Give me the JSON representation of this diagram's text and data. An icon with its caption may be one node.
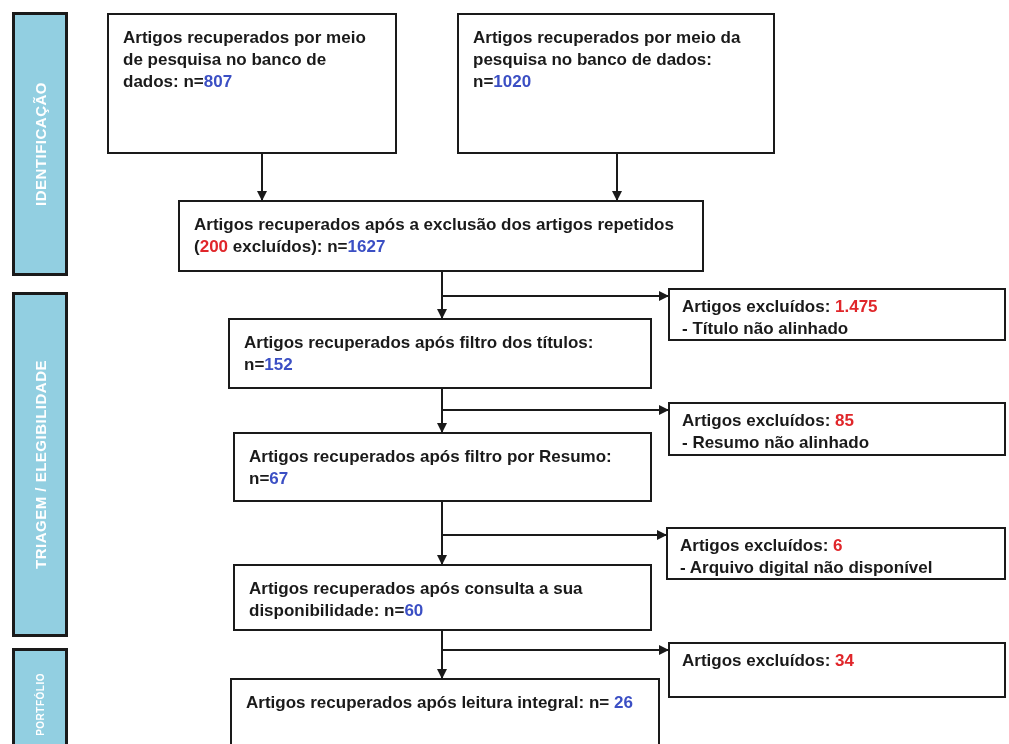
{
  "diagram": {
    "nodes": [
      {
        "text": [
          "IDENTIFICAÇÃO"
        ]
      },
      {
        "text": [
          "TRIAGEM / ELEGIBILIDADE"
        ]
      },
      {
        "text": [
          "PORTFÓLIO"
        ]
      },
      {
        "text": [
          "Artigos recuperados por meio de pesquisa no banco de dados: n=807"
        ]
      },
      {
        "text": [
          "Artigos recuperados por meio da pesquisa no banco de dados: n=1020"
        ]
      },
      {
        "text": [
          "Artigos recuperados após a exclusão dos artigos repetidos (200 excluídos): n=1627"
        ]
      },
      {
        "text": [
          "Artigos excluídos: 1.475",
          "- Título não alinhado"
        ]
      },
      {
        "text": [
          "Artigos recuperados após filtro dos títulos: n=152"
        ]
      },
      {
        "text": [
          "Artigos excluídos: 85",
          "- Resumo não alinhado"
        ]
      },
      {
        "text": [
          "Artigos recuperados após filtro por Resumo: n=67"
        ]
      },
      {
        "text": [
          "Artigos excluídos: 6",
          "- Arquivo digital não disponível"
        ]
      },
      {
        "text": [
          "Artigos recuperados após consulta a sua disponibilidade: n=60"
        ]
      },
      {
        "text": [
          "Artigos excluídos: 34"
        ]
      },
      {
        "text": [
          "Artigos recuperados após leitura integral: n= 26"
        ]
      }
    ],
    "edges": [
      {
        "from": 3,
        "to": 5,
        "arrow": "to"
      },
      {
        "from": 4,
        "to": 5,
        "arrow": "to"
      },
      {
        "from": 5,
        "to": 7,
        "arrow": "to"
      },
      {
        "from": 5,
        "to": 6,
        "arrow": "to"
      },
      {
        "from": 7,
        "to": 9,
        "arrow": "to"
      },
      {
        "from": 7,
        "to": 8,
        "arrow": "to"
      },
      {
        "from": 9,
        "to": 11,
        "arrow": "to"
      },
      {
        "from": 9,
        "to": 10,
        "arrow": "to"
      },
      {
        "from": 11,
        "to": 13,
        "arrow": "to"
      },
      {
        "from": 11,
        "to": 12,
        "arrow": "to"
      }
    ]
  }
}
